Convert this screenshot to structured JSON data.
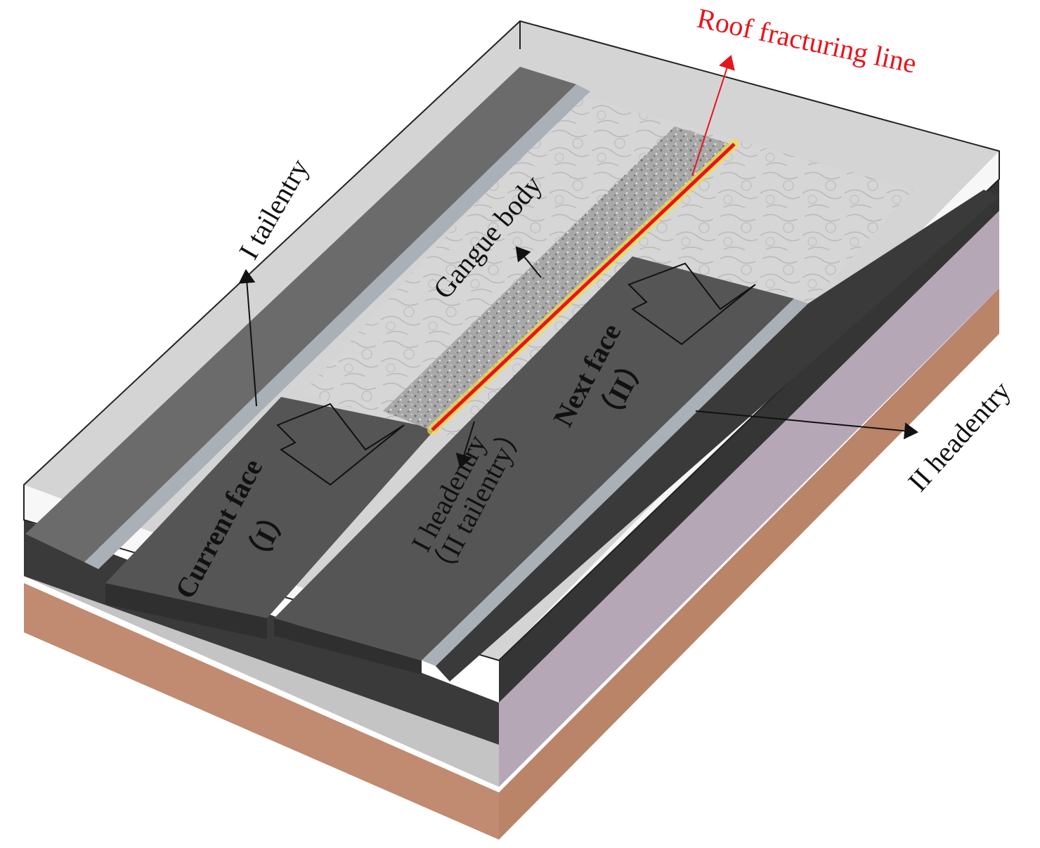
{
  "labels": {
    "roof_fracturing_line": "Roof fracturing line",
    "i_tailentry": "I tailentry",
    "gangue_body": "Gangue body",
    "current_face": "Current face",
    "current_face_id": "（I）",
    "next_face": "Next face",
    "next_face_id": "（II）",
    "i_headentry": "I headentry",
    "ii_tailentry": "（II tailentry）",
    "ii_headentry": "II headentry"
  },
  "colors": {
    "roof_line": "#e8141c",
    "roof_line_glow": "#f2e04a",
    "coal_seam": "#4a4a4a",
    "top_stratum": "#c9c9cb",
    "middle_stratum": "#b6a7b6",
    "floor_stratum": "#b98468",
    "gangue": "#cfcfcf",
    "gob_fill": "#9b9b9b"
  }
}
